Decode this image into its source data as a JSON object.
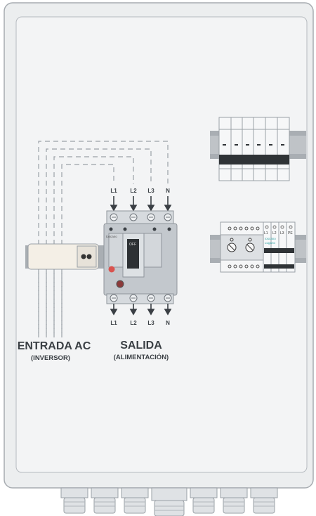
{
  "labels": {
    "entrada_title": "ENTRADA AC",
    "entrada_sub": "(INVERSOR)",
    "salida_title": "SALIDA",
    "salida_sub": "(ALIMENTACIÓN)"
  },
  "terminals": {
    "top": [
      "L1",
      "L2",
      "L3",
      "N"
    ],
    "bottom": [
      "L1",
      "L2",
      "L3",
      "N"
    ]
  },
  "breaker": {
    "brand": "toscano",
    "state": "OFF"
  },
  "spd": {
    "terminals": [
      "L1",
      "L2",
      "L3",
      "PE"
    ],
    "brand": "toscano",
    "model": "Lugano"
  },
  "colors": {
    "enclosure": "#f1f2f3",
    "enclosure_border": "#9aa0a6",
    "din_rail": "#9ea3a8",
    "breaker_body": "#c9ced3",
    "accent_teal": "#3aa6a8",
    "reset_red": "#d9534f"
  }
}
